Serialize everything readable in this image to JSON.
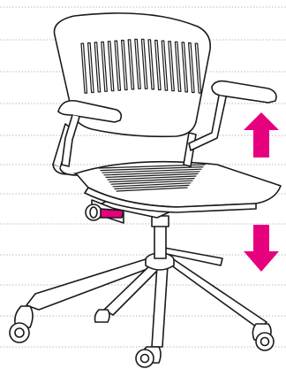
{
  "colors": {
    "background": "#ffffff",
    "guide_lines": "#b9b9b9",
    "outline": "#1a1a1a",
    "accent": "#e6007e"
  },
  "illustration": {
    "subject": "office-chair",
    "indicators": [
      {
        "icon": "arrow-up-icon",
        "meaning": "raise"
      },
      {
        "icon": "arrow-down-icon",
        "meaning": "lower"
      }
    ]
  }
}
